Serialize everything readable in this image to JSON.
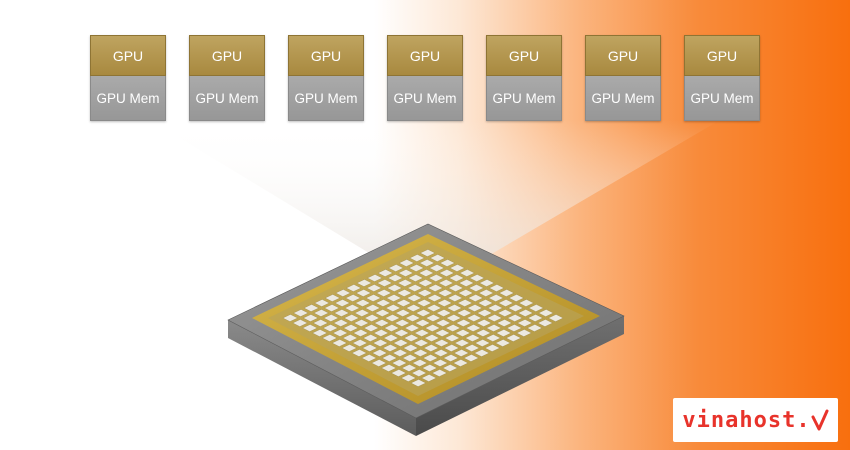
{
  "gpu_units": [
    {
      "gpu_label": "GPU",
      "mem_label": "GPU Mem"
    },
    {
      "gpu_label": "GPU",
      "mem_label": "GPU Mem"
    },
    {
      "gpu_label": "GPU",
      "mem_label": "GPU Mem"
    },
    {
      "gpu_label": "GPU",
      "mem_label": "GPU Mem"
    },
    {
      "gpu_label": "GPU",
      "mem_label": "GPU Mem"
    },
    {
      "gpu_label": "GPU",
      "mem_label": "GPU Mem"
    },
    {
      "gpu_label": "GPU",
      "mem_label": "GPU Mem"
    }
  ],
  "logo": {
    "text": "vinahost.",
    "color": "#e8332b"
  },
  "colors": {
    "gpu_gold": "#a8893f",
    "mem_gray": "#9b9b9b",
    "accent_orange": "#f86f0e"
  }
}
